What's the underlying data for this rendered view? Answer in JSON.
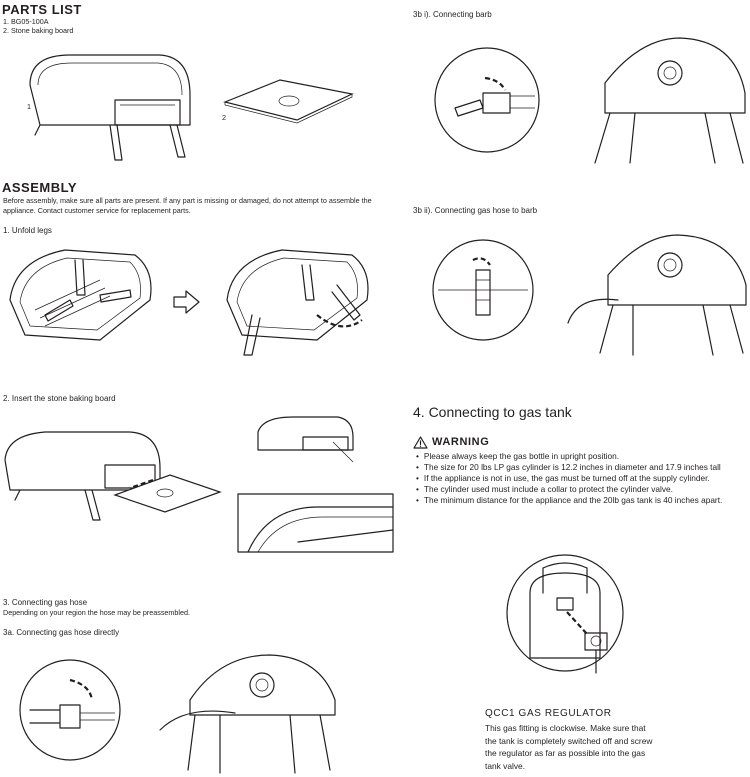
{
  "parts_list": {
    "title": "PARTS LIST",
    "items": [
      "1.  BG05-100A",
      "2.  Stone baking board"
    ],
    "callouts": [
      "1",
      "2"
    ]
  },
  "assembly": {
    "title": "ASSEMBLY",
    "intro_line1": "Before assembly, make sure all parts are present. If any part is missing or damaged, do not attempt to assemble the",
    "intro_line2": "appliance. Contact customer service for replacement parts.",
    "step1": "1. Unfold legs",
    "step2": "2. Insert the stone baking board",
    "step3": "3. Connecting gas hose",
    "step3_note": "Depending on your region the hose may be preassembled.",
    "step3a": "3a. Connecting gas hose directly",
    "step3bi": "3b i). Connecting barb",
    "step3bii": "3b ii). Connecting gas hose to barb"
  },
  "gas_tank": {
    "title": "4. Connecting to gas tank",
    "warning_title": "WARNING",
    "warnings": [
      "Please always keep the gas bottle in upright position.",
      "The size for 20 lbs LP gas cylinder is 12.2 inches in diameter and 17.9 inches tall",
      "If the appliance is not in use, the gas must be turned off at the supply cylinder.",
      "The cylinder used must include a collar to protect the cylinder valve.",
      "The minimum distance for the appliance and the 20lb gas tank is 40 inches apart."
    ]
  },
  "regulator": {
    "title": "QCC1 GAS REGULATOR",
    "body": [
      "This gas fitting is clockwise. Make sure that",
      "the tank is completely switched off and screw",
      "the regulator as far as possible into the gas",
      "tank valve."
    ]
  }
}
